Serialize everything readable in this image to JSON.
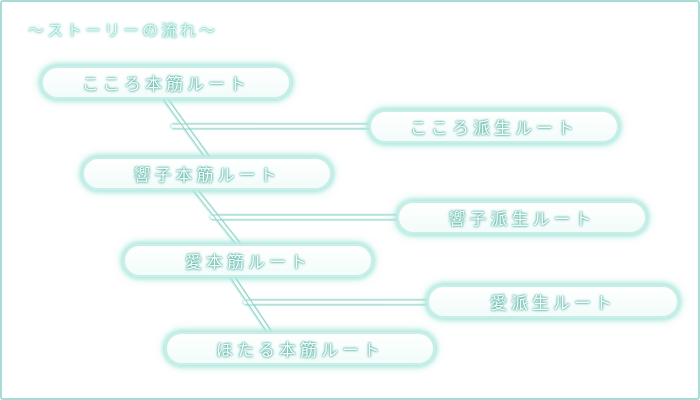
{
  "heading": "～ストーリーの流れ～",
  "routes": {
    "kokoro_main": "こころ本筋ルート",
    "kokoro_branch": "こころ派生ルート",
    "hibiki_main": "響子本筋ルート",
    "hibiki_branch": "響子派生ルート",
    "ai_main": "愛本筋ルート",
    "ai_branch": "愛派生ルート",
    "hotaru_main": "ほたる本筋ルート"
  },
  "colors": {
    "frame": "#a8dcd4",
    "glow": "#b9ebe3",
    "text_outline": "#4fa99c",
    "connector": "#b9ebe3"
  }
}
